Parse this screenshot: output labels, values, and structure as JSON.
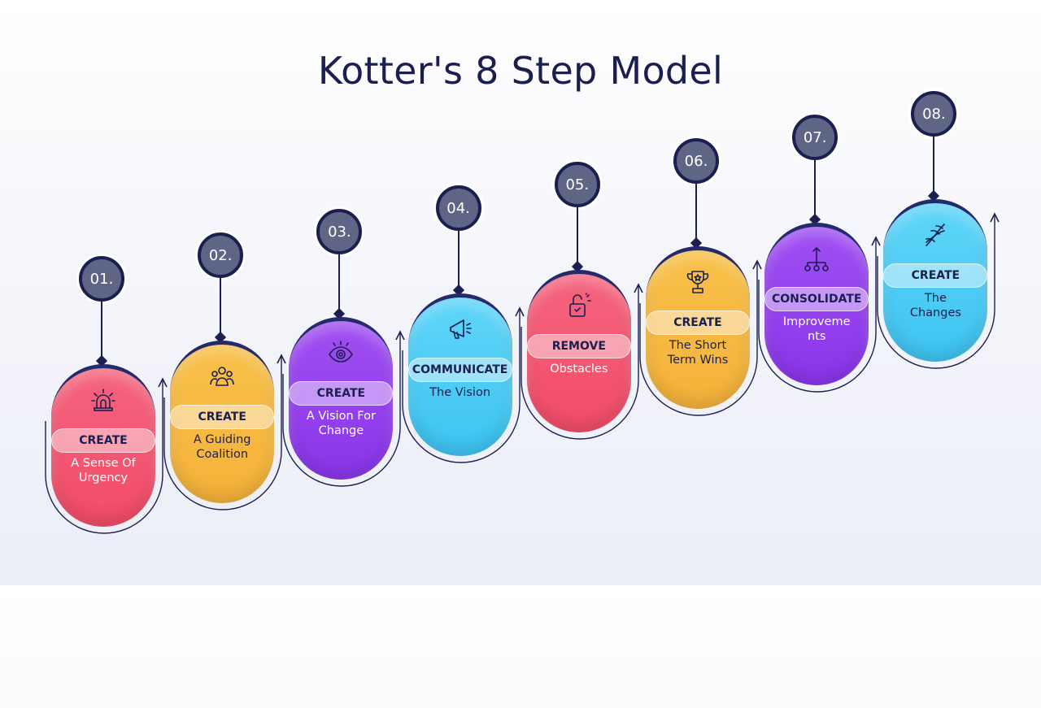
{
  "title": "Kotter's 8 Step Model",
  "colors": {
    "red": "#f24c68",
    "yellow": "#f5b23a",
    "purple": "#8a35ea",
    "blue": "#3ec4f2",
    "navy": "#1b1f50",
    "badge": "#5f6585"
  },
  "steps": [
    {
      "number": "01.",
      "label": "CREATE",
      "desc": [
        "A Sense Of",
        "Urgency"
      ],
      "icon": "alarm-siren-icon",
      "color": "red"
    },
    {
      "number": "02.",
      "label": "CREATE",
      "desc": [
        "A Guiding",
        "Coalition"
      ],
      "icon": "team-group-icon",
      "color": "yellow"
    },
    {
      "number": "03.",
      "label": "CREATE",
      "desc": [
        "A Vision For",
        "Change"
      ],
      "icon": "eye-vision-icon",
      "color": "purple"
    },
    {
      "number": "04.",
      "label": "COMMUNICATE",
      "desc": [
        "The Vision"
      ],
      "icon": "megaphone-icon",
      "color": "blue"
    },
    {
      "number": "05.",
      "label": "REMOVE",
      "desc": [
        "Obstacles"
      ],
      "icon": "unlocked-padlock-icon",
      "color": "red"
    },
    {
      "number": "06.",
      "label": "CREATE",
      "desc": [
        "The Short",
        "Term Wins"
      ],
      "icon": "trophy-icon",
      "color": "yellow"
    },
    {
      "number": "07.",
      "label": "CONSOLIDATE",
      "desc": [
        "Improveme",
        "nts"
      ],
      "icon": "hierarchy-network-icon",
      "color": "purple"
    },
    {
      "number": "08.",
      "label": "CREATE",
      "desc": [
        "The",
        "Changes"
      ],
      "icon": "dna-helix-icon",
      "color": "blue"
    }
  ]
}
